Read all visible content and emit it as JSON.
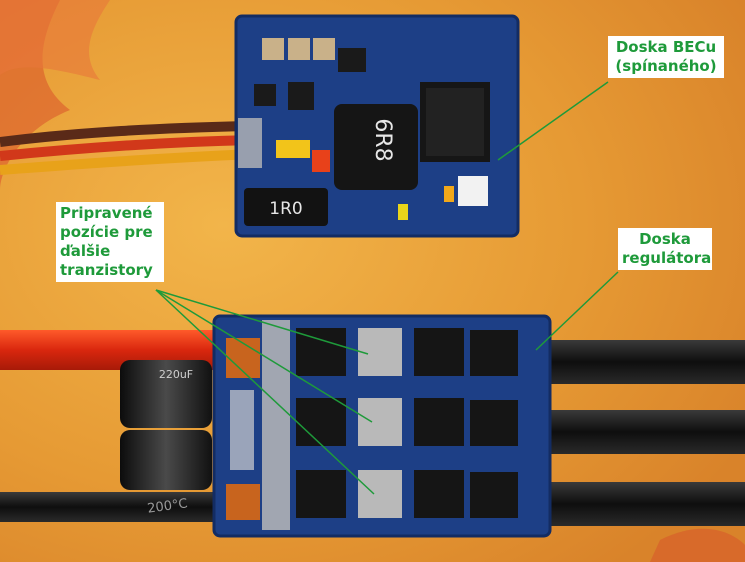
{
  "labels": {
    "becu_board": "Doska BECu\n(spínaného)",
    "regulator_board": "Doska\nregulátora",
    "prepared_positions": "Pripravené\npozície pre\nďalšie\ntranzistory"
  },
  "components": {
    "inductor_large": "6R8",
    "inductor_small": "1R0",
    "capacitor_rating": "220uF",
    "capacitor_temp": "200°C"
  },
  "colors": {
    "background": "#e8a03a",
    "pcb": "#1d3f86",
    "label_text": "#1e9a3a",
    "label_bg": "#ffffff",
    "chip": "#1a1a1a"
  }
}
